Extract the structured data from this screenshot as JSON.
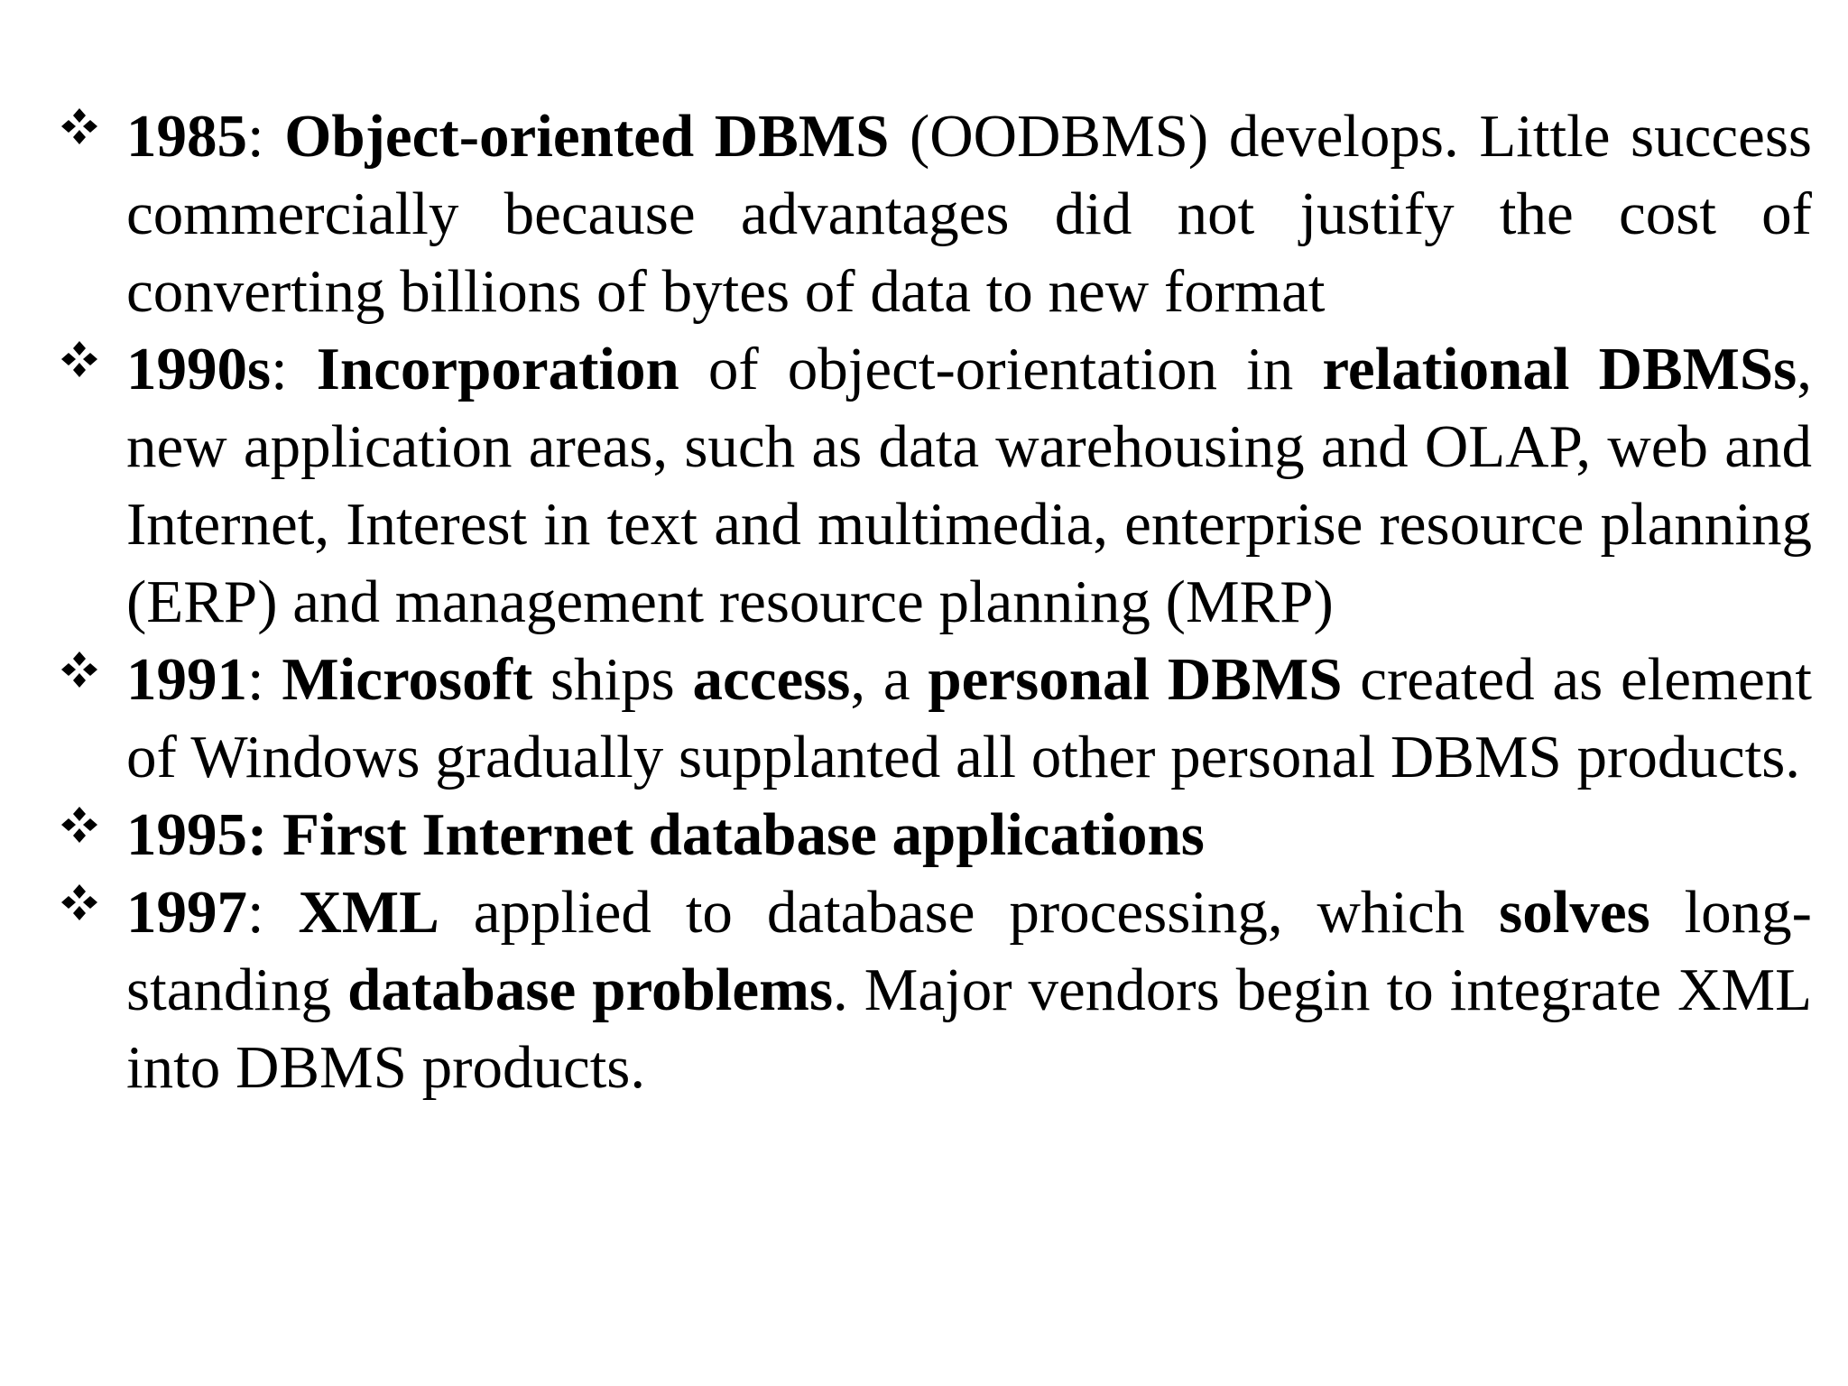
{
  "bullet_icon": "four-diamond-bullet-icon",
  "items": [
    {
      "segments": [
        {
          "t": "1985",
          "b": true
        },
        {
          "t": ": ",
          "b": false
        },
        {
          "t": "Object-oriented DBMS",
          "b": true
        },
        {
          "t": " (OODBMS) develops.  Little success commercially because advantages did not justify the cost of converting billions of bytes of data to new format",
          "b": false
        }
      ]
    },
    {
      "segments": [
        {
          "t": "1990s",
          "b": true
        },
        {
          "t": ": ",
          "b": false
        },
        {
          "t": "Incorporation",
          "b": true
        },
        {
          "t": " of object-orientation in ",
          "b": false
        },
        {
          "t": "relational DBMSs",
          "b": true
        },
        {
          "t": ", new application areas, such as data warehousing and OLAP, web and Internet, Interest in text and multimedia, enterprise resource planning (ERP) and management resource planning (MRP)",
          "b": false
        }
      ]
    },
    {
      "segments": [
        {
          "t": "1991",
          "b": true
        },
        {
          "t": ": ",
          "b": false
        },
        {
          "t": "Microsoft",
          "b": true
        },
        {
          "t": " ships ",
          "b": false
        },
        {
          "t": "access",
          "b": true
        },
        {
          "t": ", a ",
          "b": false
        },
        {
          "t": "personal DBMS",
          "b": true
        },
        {
          "t": " created as element of Windows gradually supplanted all other personal DBMS products.",
          "b": false
        }
      ]
    },
    {
      "segments": [
        {
          "t": "1995: First Internet database applications",
          "b": true
        }
      ]
    },
    {
      "segments": [
        {
          "t": "1997",
          "b": true
        },
        {
          "t": ": ",
          "b": false
        },
        {
          "t": "XML",
          "b": true
        },
        {
          "t": " applied to database processing, which ",
          "b": false
        },
        {
          "t": "solves",
          "b": true
        },
        {
          "t": " long-standing ",
          "b": false
        },
        {
          "t": "database problems",
          "b": true
        },
        {
          "t": ".  Major vendors begin to integrate XML into DBMS products.",
          "b": false
        }
      ]
    }
  ]
}
